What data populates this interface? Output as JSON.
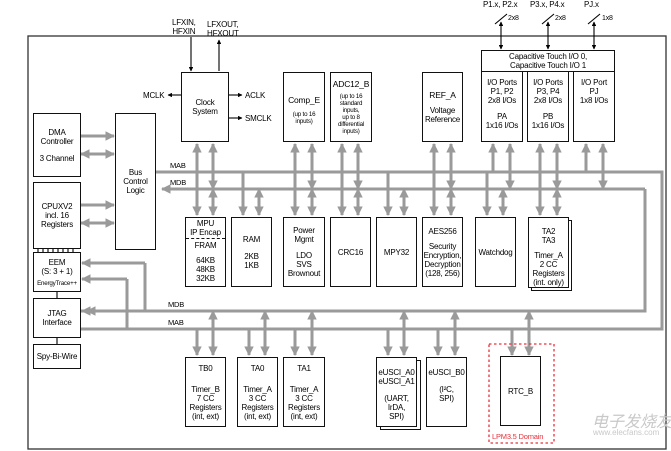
{
  "diagram": {
    "type": "block-diagram",
    "colors": {
      "block_border": "#111111",
      "bus": "#9a9a9a",
      "signal_arrow": "#000000",
      "lpm_domain": "#e8303a",
      "watermark": "#c8c8c8"
    },
    "external_signals": {
      "clock_in": [
        "LFXIN,",
        "HFXIN"
      ],
      "clock_out": [
        "LFXOUT,",
        "HFXOUT"
      ],
      "ports": [
        {
          "name": "P1.x, P2.x",
          "width": "2x8"
        },
        {
          "name": "P3.x, P4.x",
          "width": "2x8"
        },
        {
          "name": "PJ.x",
          "width": "1x8"
        }
      ]
    },
    "clock_outputs": {
      "mclk": "MCLK",
      "aclk": "ACLK",
      "smclk": "SMCLK"
    },
    "buses": {
      "mab_top": "MAB",
      "mdb_top": "MDB",
      "mdb_bottom": "MDB",
      "mab_bottom": "MAB"
    },
    "blocks": {
      "dma": {
        "lines": [
          "DMA",
          "Controller"
        ],
        "sub": "3 Channel"
      },
      "cpu": {
        "lines": [
          "CPUXV2",
          "incl. 16",
          "Registers"
        ]
      },
      "bus_ctrl": {
        "lines": [
          "Bus",
          "Control",
          "Logic"
        ]
      },
      "eem": {
        "lines": [
          "EEM",
          "(S: 3 + 1)"
        ],
        "sub": "EnergyTrace++"
      },
      "jtag": {
        "lines": [
          "JTAG",
          "Interface"
        ]
      },
      "sbw": {
        "lines": [
          "Spy-Bi-Wire"
        ]
      },
      "clock": {
        "lines": [
          "Clock",
          "System"
        ]
      },
      "comp": {
        "title": "Comp_E",
        "sub": [
          "(up to 16",
          "inputs)"
        ]
      },
      "adc": {
        "title": "ADC12_B",
        "sub": [
          "(up to 16",
          "standard",
          "inputs,",
          "up to 8",
          "differential",
          "inputs)"
        ]
      },
      "ref": {
        "title": "REF_A",
        "sub": [
          "Voltage",
          "Reference"
        ]
      },
      "captouch": {
        "lines": [
          "Capacitive Touch I/O 0,",
          "Capacitive Touch I/O 1"
        ]
      },
      "pa": {
        "lines": [
          "I/O Ports",
          "P1, P2",
          "2x8 I/Os"
        ],
        "sub": [
          "PA",
          "1x16 I/Os"
        ]
      },
      "pb": {
        "lines": [
          "I/O Ports",
          "P3, P4",
          "2x8 I/Os"
        ],
        "sub": [
          "PB",
          "1x16 I/Os"
        ]
      },
      "pj": {
        "lines": [
          "I/O Port",
          "PJ",
          "1x8 I/Os"
        ]
      },
      "fram": {
        "top": [
          "MPU",
          "IP Encap"
        ],
        "title": "FRAM",
        "sub": [
          "64KB",
          "48KB",
          "32KB"
        ]
      },
      "ram": {
        "title": "RAM",
        "sub": [
          "2KB",
          "1KB"
        ]
      },
      "power": {
        "title": [
          "Power",
          "Mgmt"
        ],
        "sub": [
          "LDO",
          "SVS",
          "Brownout"
        ]
      },
      "crc": {
        "title": "CRC16"
      },
      "mpy": {
        "title": "MPY32"
      },
      "aes": {
        "title": "AES256",
        "sub": [
          "Security",
          "Encryption,",
          "Decryption",
          "(128, 256)"
        ]
      },
      "wdt": {
        "title": "Watchdog"
      },
      "ta23": {
        "title": [
          "TA2",
          "TA3"
        ],
        "sub": [
          "Timer_A",
          "2 CC",
          "Registers",
          "(int. only)"
        ]
      },
      "tb0": {
        "title": "TB0",
        "sub": [
          "Timer_B",
          "7 CC",
          "Registers",
          "(int, ext)"
        ]
      },
      "ta0": {
        "title": "TA0",
        "sub": [
          "Timer_A",
          "3 CC",
          "Registers",
          "(int, ext)"
        ]
      },
      "ta1": {
        "title": "TA1",
        "sub": [
          "Timer_A",
          "3 CC",
          "Registers",
          "(int, ext)"
        ]
      },
      "eusci_a": {
        "title": [
          "eUSCI_A0",
          "eUSCI_A1"
        ],
        "sub": [
          "(UART,",
          "IrDA,",
          "SPI)"
        ]
      },
      "eusci_b": {
        "title": "eUSCI_B0",
        "sub": [
          "(I²C,",
          "SPI)"
        ]
      },
      "rtc": {
        "title": "RTC_B"
      }
    },
    "lpm_domain_label": "LPM3.5 Domain",
    "watermark": {
      "cn": "电子发烧友",
      "url": "www.elecfans.com"
    }
  }
}
